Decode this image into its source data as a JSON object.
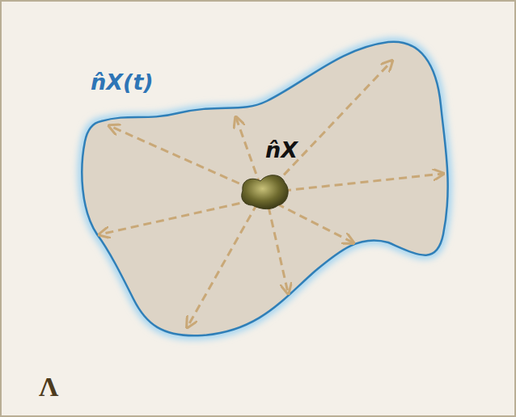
{
  "diagram": {
    "labels": [
      "n̂X(t)",
      "n̂X",
      "Λ"
    ]
  }
}
